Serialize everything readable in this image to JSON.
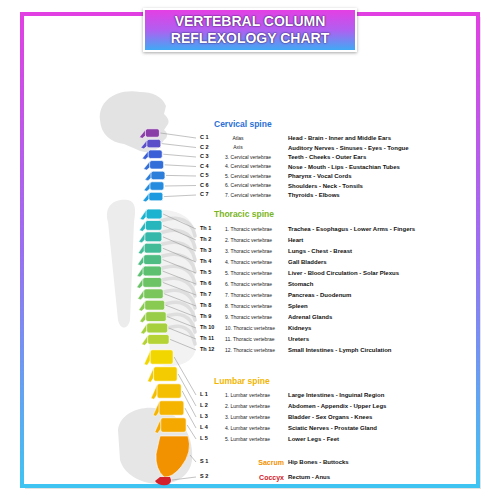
{
  "diagram": {
    "title": "VERTEBRAL COLUMN REFLEXOLOGY CHART",
    "labels": [
      "Cervical spine",
      "C 1",
      "Atlas",
      "Head - Brain - Inner and Middle Ears",
      "C 2",
      "Axis",
      "Auditory Nerves - Sinuses - Eyes - Tongue",
      "C 3",
      "3. Cervical vertebrae",
      "Teeth - Cheeks - Outer Ears",
      "C 4",
      "4. Cervical vertebrae",
      "Nose - Mouth - Lips - Eustachian Tubes",
      "C 5",
      "5. Cervical vertebrae",
      "Pharynx - Vocal Cords",
      "C 6",
      "6. Cervical vertebrae",
      "Shoulders - Neck - Tonsils",
      "C 7",
      "7. Cervical vertebrae",
      "Thyroids - Elbows",
      "Thoracic spine",
      "Th 1",
      "1. Thoracic vertebrae",
      "Trachea - Esophagus - Lower Arms - Fingers",
      "Th 2",
      "2. Thoracic vertebrae",
      "Heart",
      "Th 3",
      "3. Thoracic vertebrae",
      "Lungs - Chest - Breast",
      "Th 4",
      "4. Thoracic vertebrae",
      "Gall Bladders",
      "Th 5",
      "5. Thoracic vertebrae",
      "Liver - Blood Circulation - Solar Plexus",
      "Th 6",
      "6. Thoracic vertebrae",
      "Stomach",
      "Th 7",
      "7. Thoracic vertebrae",
      "Pancreas - Duodenum",
      "Th 8",
      "8. Thoracic vertebrae",
      "Spleen",
      "Th 9",
      "9. Thoracic vertebrae",
      "Adrenal Glands",
      "Th 10",
      "10. Thoracic vertebrae",
      "Kidneys",
      "Th 11",
      "11. Thoracic vertebrae",
      "Ureters",
      "Th 12",
      "12. Thoracic vertebrae",
      "Small Intestines - Lymph Circulation",
      "Lumbar spine",
      "L 1",
      "1. Lumbar vertebrae",
      "Large Intestines - Inguinal Region",
      "L 2",
      "2. Lumbar vertebrae",
      "Abdomen - Appendix - Upper Legs",
      "L 3",
      "3. Lumbar vertebrae",
      "Bladder - Sex Organs - Knees",
      "L 4",
      "4. Lumbar vertebrae",
      "Sciatic Nerves - Prostate Gland",
      "L 5",
      "5. Lumbar vertebrae",
      "Lower Legs - Feet",
      "S 1",
      "Sacrum",
      "Hip Bones - Buttocks",
      "S 2",
      "Coccyx",
      "Rectum - Anus"
    ]
  }
}
